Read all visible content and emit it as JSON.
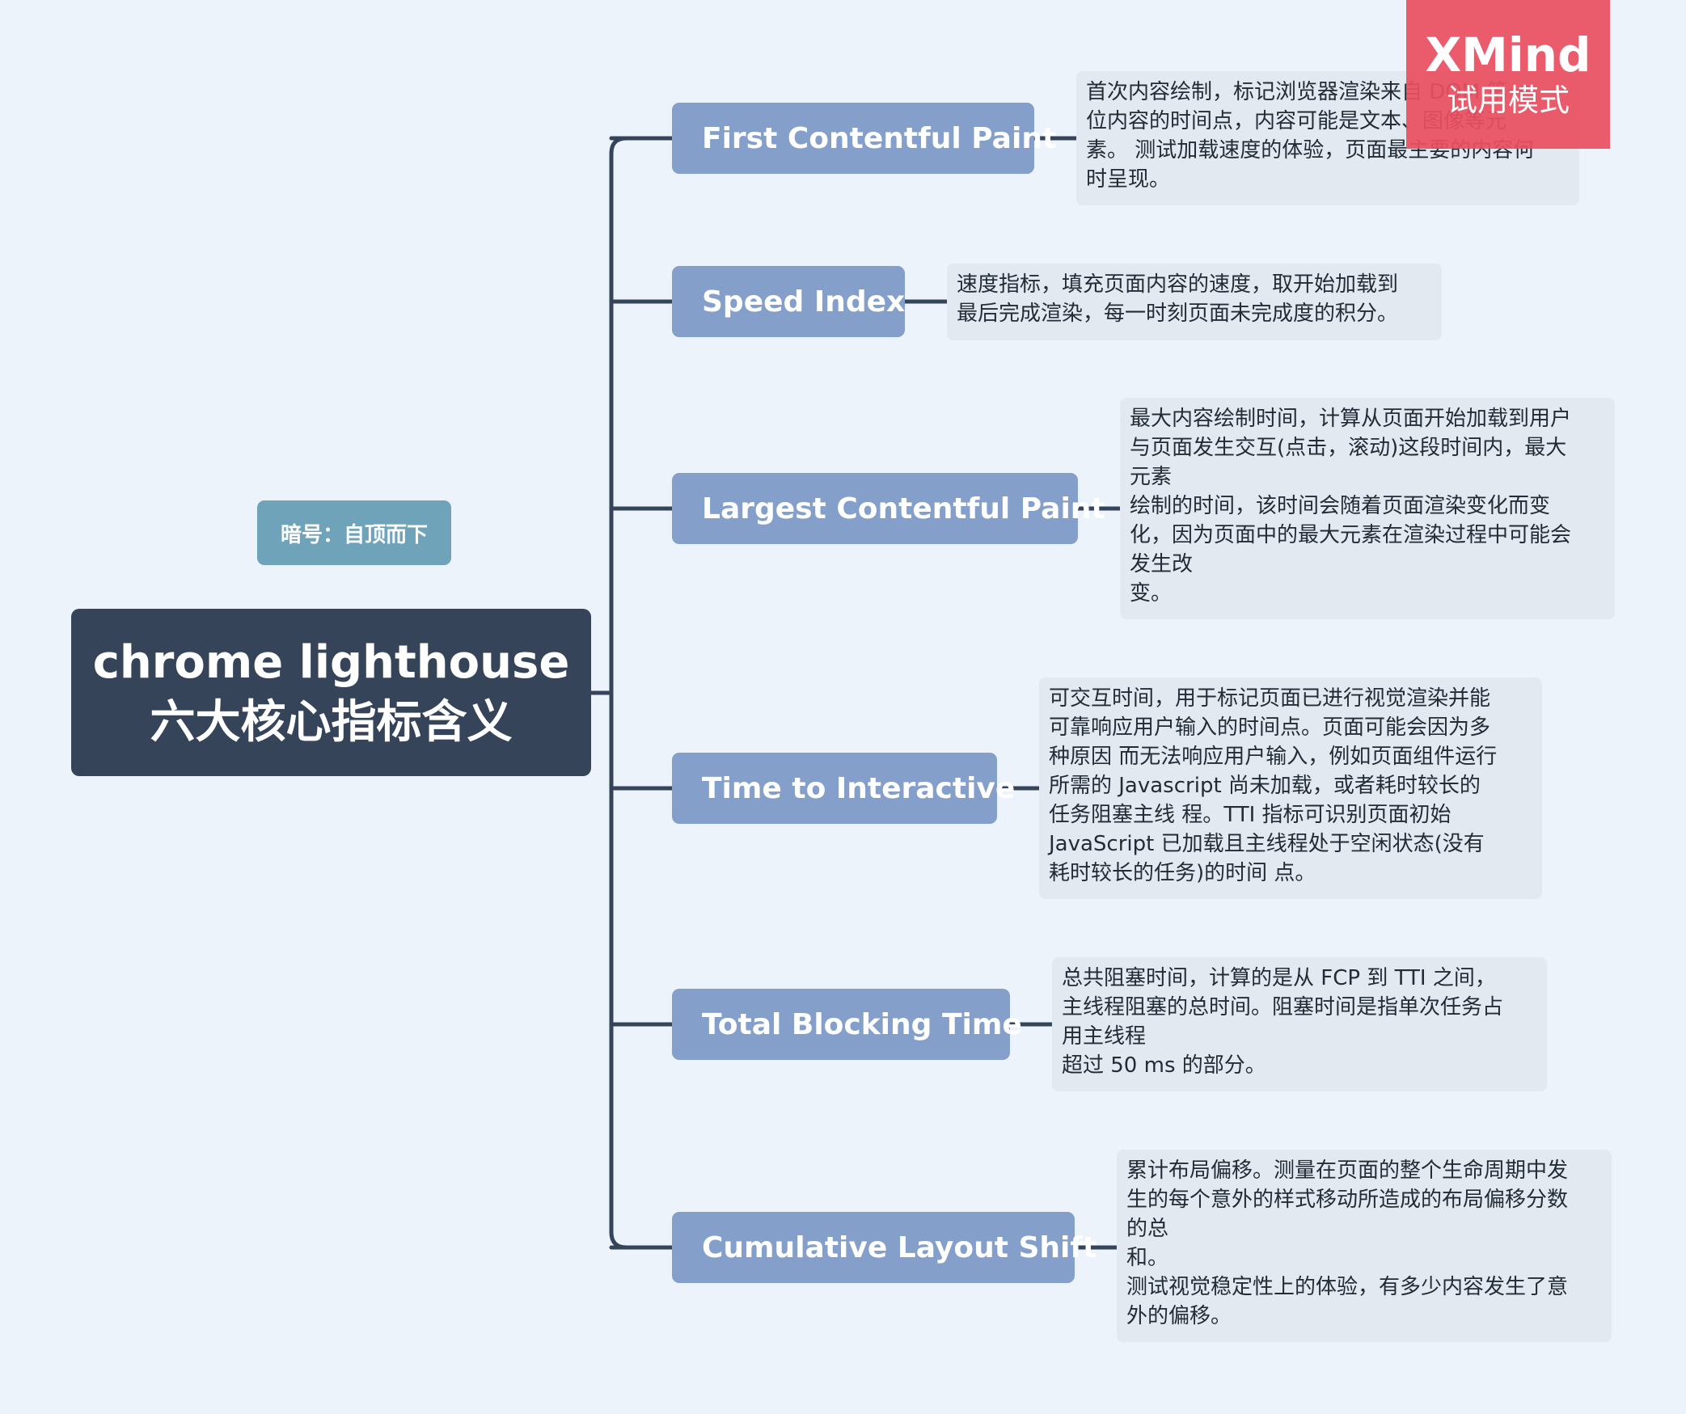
{
  "central_topic": {
    "line1": "chrome lighthouse",
    "line2": "六大核心指标含义"
  },
  "floating_label": "暗号：自顶而下",
  "branches": [
    {
      "topic": "First Contentful Paint",
      "note": [
        "首次内容绘制，标记浏览器渲染来自 DOM 第一",
        "位内容的时间点，内容可能是文本、图像等元",
        "素。 测试加载速度的体验，页面最主要的内容何",
        "时呈现。"
      ]
    },
    {
      "topic": "Speed Index",
      "note": [
        "速度指标，填充页面内容的速度，取开始加载到",
        "最后完成渲染，每一时刻页面未完成度的积分。"
      ]
    },
    {
      "topic": "Largest Contentful Paint",
      "note": [
        "最大内容绘制时间，计算从页面开始加载到用户",
        "与页面发生交互(点击，滚动)这段时间内，最大",
        "元素",
        "绘制的时间，该时间会随着页面渲染变化而变",
        "化，因为页面中的最大元素在渲染过程中可能会",
        "发生改",
        "变。"
      ]
    },
    {
      "topic": "Time to Interactive",
      "note": [
        "可交互时间，用于标记页面已进行视觉渲染并能",
        "可靠响应用户输入的时间点。页面可能会因为多",
        "种原因 而无法响应用户输入，例如页面组件运行",
        "所需的 Javascript 尚未加载，或者耗时较长的",
        "任务阻塞主线 程。TTI 指标可识别页面初始",
        "JavaScript 已加载且主线程处于空闲状态(没有",
        "耗时较长的任务)的时间 点。"
      ]
    },
    {
      "topic": "Total Blocking Time",
      "note": [
        "总共阻塞时间，计算的是从 FCP 到 TTI 之间，",
        "主线程阻塞的总时间。阻塞时间是指单次任务占",
        "用主线程",
        "超过 50 ms 的部分。"
      ]
    },
    {
      "topic": "Cumulative Layout Shift",
      "note": [
        "累计布局偏移。测量在页面的整个生命周期中发",
        "生的每个意外的样式移动所造成的布局偏移分数",
        "的总",
        "和。",
        "测试视觉稳定性上的体验，有多少内容发生了意",
        "外的偏移。"
      ]
    }
  ],
  "watermark": {
    "brand": "XMind",
    "mode": "试用模式"
  },
  "colors": {
    "background": "#edf3fa",
    "central": "#354459",
    "topic": "#849fc9",
    "note": "#e3e9f1",
    "label": "#6fa3ba",
    "watermark": "#ea5061"
  }
}
